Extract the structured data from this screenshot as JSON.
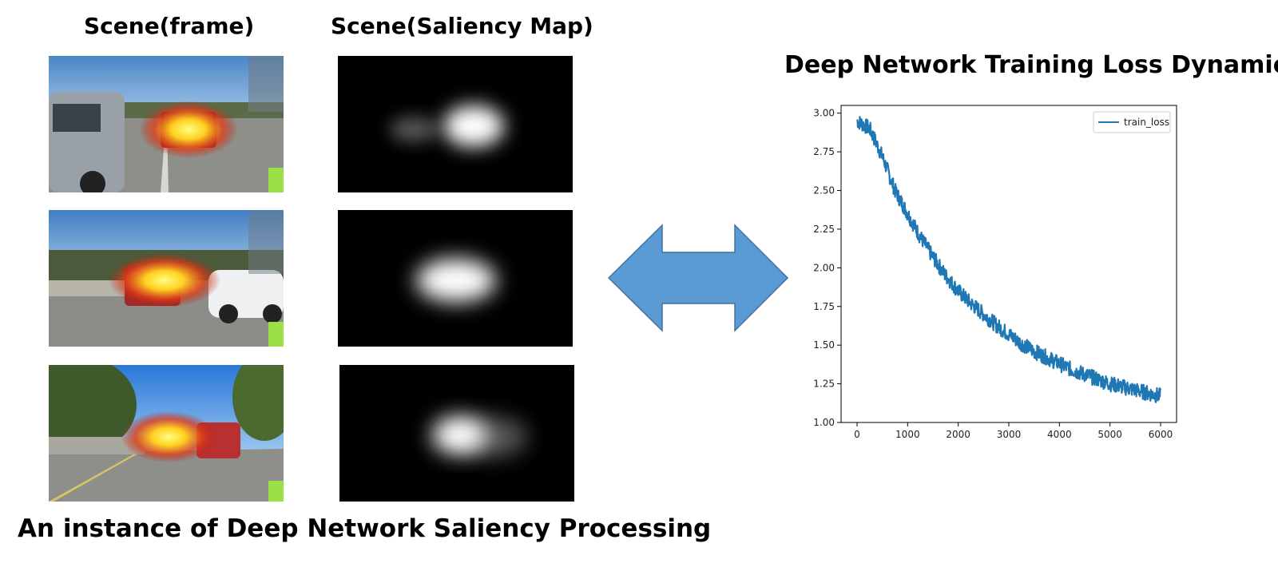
{
  "headings": {
    "frame": "Scene(frame)",
    "saliency": "Scene(Saliency Map)",
    "chart": "Deep Network Training Loss Dynamic",
    "bottom": "An instance of Deep Network Saliency Processing"
  },
  "colors": {
    "arrow": "#5b9bd5",
    "arrow_stroke": "#41719c",
    "line": "#1f77b4"
  },
  "chart_data": {
    "type": "line",
    "title": "Deep Network Training Loss Dynamic",
    "xlabel": "",
    "ylabel": "",
    "xlim": [
      0,
      6000
    ],
    "ylim": [
      1.0,
      3.05
    ],
    "xticks": [
      0,
      1000,
      2000,
      3000,
      4000,
      5000,
      6000
    ],
    "yticks": [
      "1.00",
      "1.25",
      "1.50",
      "1.75",
      "2.00",
      "2.25",
      "2.50",
      "2.75",
      "3.00"
    ],
    "legend": "top-right",
    "grid": false,
    "series": [
      {
        "name": "train_loss",
        "x": [
          0,
          250,
          500,
          750,
          1000,
          1250,
          1500,
          1750,
          2000,
          2250,
          2500,
          2750,
          3000,
          3250,
          3500,
          3750,
          4000,
          4250,
          4500,
          4750,
          5000,
          5250,
          5500,
          5750,
          6000
        ],
        "y": [
          2.95,
          2.9,
          2.72,
          2.5,
          2.35,
          2.2,
          2.07,
          1.95,
          1.85,
          1.77,
          1.7,
          1.63,
          1.57,
          1.51,
          1.46,
          1.42,
          1.38,
          1.34,
          1.31,
          1.28,
          1.25,
          1.23,
          1.21,
          1.19,
          1.17
        ],
        "band": 0.05
      }
    ]
  }
}
